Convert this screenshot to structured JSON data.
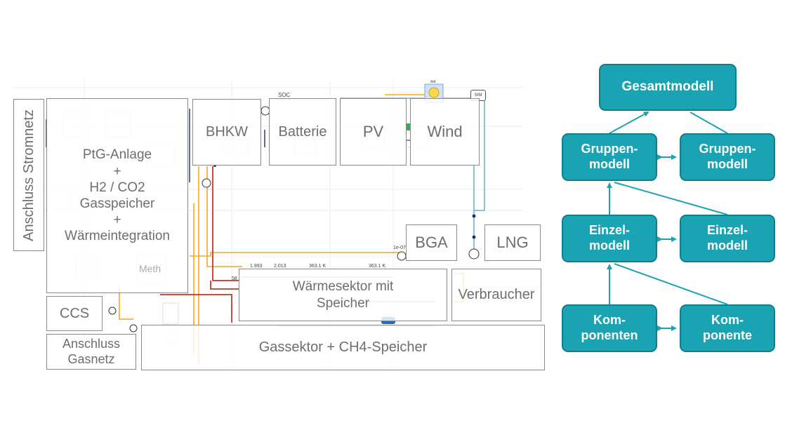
{
  "schematic": {
    "blocks": {
      "anschluss_stromnetz": "Anschluss Stromnetz",
      "ptg_lines": [
        "PtG-Anlage",
        "+",
        "H2 / CO2",
        "Gasspeicher",
        "+",
        "Wärmeintegration"
      ],
      "bhkw": "BHKW",
      "batterie": "Batterie",
      "pv": "PV",
      "wind": "Wind",
      "bga": "BGA",
      "lng": "LNG",
      "waermesektor_lines": [
        "Wärmesektor mit",
        "Speicher"
      ],
      "verbraucher": "Verbraucher",
      "ccs": "CCS",
      "anschluss_gasnetz_lines": [
        "Anschluss",
        "Gasnetz"
      ],
      "gassektor": "Gassektor + CH4-Speicher"
    },
    "small_labels": {
      "soc": "SOC",
      "sim": "SIM",
      "we": "we",
      "value_1": "1.993",
      "value_2": "2.013",
      "value_3": "363.1 K",
      "value_4": "363.1 K",
      "value_5": "1e-07",
      "value_6": "58",
      "meth": "Meth"
    },
    "colors": {
      "orange": "#f5a623",
      "red": "#c0392b",
      "blue_teal": "#4aa8c7",
      "dark_navy": "#1f2d6b"
    }
  },
  "hierarchy": {
    "nodes": {
      "gesamtmodell": "Gesamtmodell",
      "gruppenmodell_left": "Gruppen-\nmodell",
      "gruppenmodell_right": "Gruppen-\nmodell",
      "einzelmodell_left": "Einzel-\nmodell",
      "einzelmodell_right": "Einzel-\nmodell",
      "komponenten": "Kom-\nponenten",
      "komponente": "Kom-\nponente"
    },
    "colors": {
      "node_fill": "#1aa3b3",
      "node_border": "#0f7f8c",
      "arrow": "#1aa3b3"
    }
  }
}
